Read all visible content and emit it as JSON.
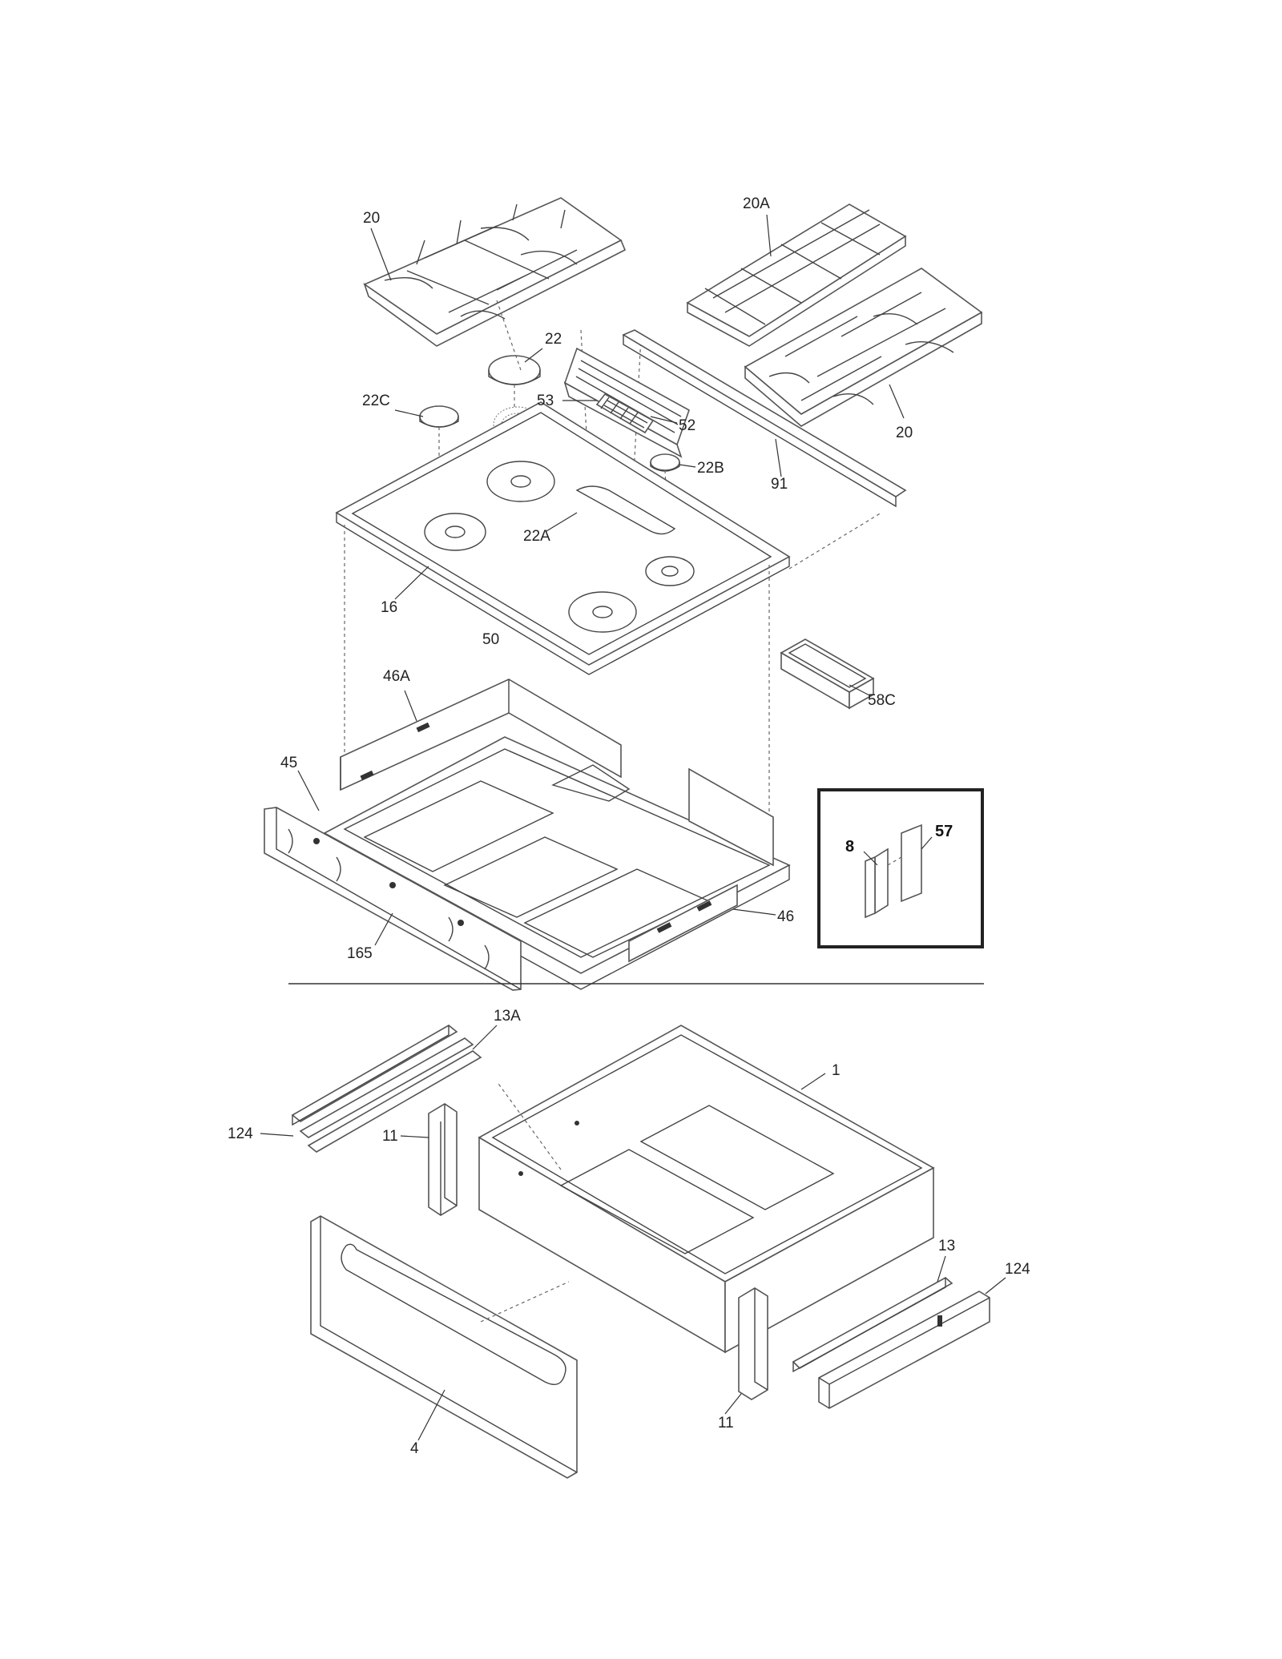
{
  "diagram": {
    "callouts": {
      "c20a": "20",
      "c20b": "20",
      "c20A": "20A",
      "c22": "22",
      "c22C": "22C",
      "c53": "53",
      "c52": "52",
      "c22B": "22B",
      "c91": "91",
      "c22A": "22A",
      "c16": "16",
      "c50": "50",
      "c58C": "58C",
      "c46A": "46A",
      "c45": "45",
      "c46": "46",
      "c165": "165",
      "c8": "8",
      "c57": "57",
      "c13A": "13A",
      "c1": "1",
      "c124a": "124",
      "c11a": "11",
      "c13": "13",
      "c124b": "124",
      "c11b": "11",
      "c4": "4"
    }
  }
}
